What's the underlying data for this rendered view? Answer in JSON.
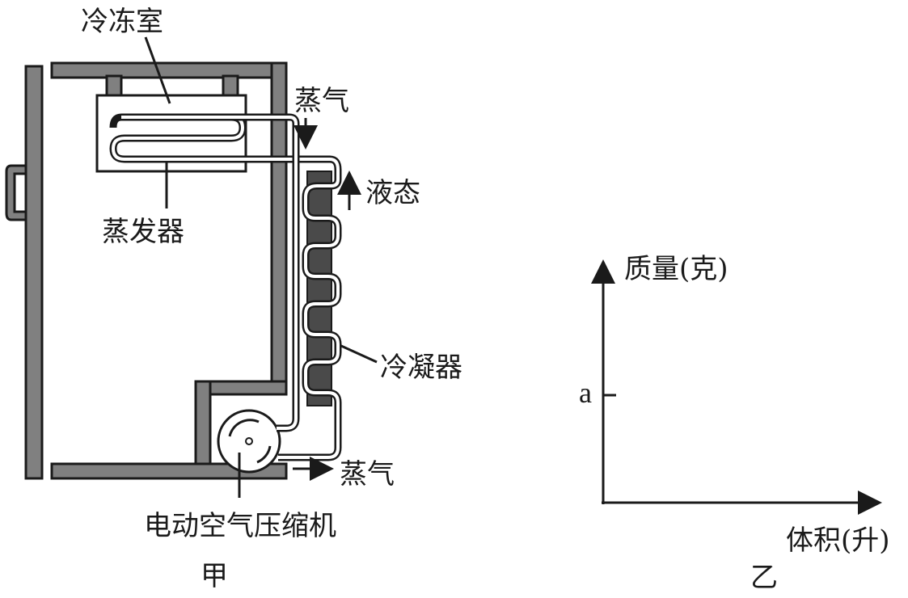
{
  "left_diagram": {
    "caption": "甲",
    "labels": {
      "freezer": "冷冻室",
      "evaporator": "蒸发器",
      "vapor_top": "蒸气",
      "liquid": "液态",
      "condenser": "冷凝器",
      "vapor_bottom": "蒸气",
      "compressor": "电动空气压缩机"
    }
  },
  "right_graph": {
    "caption": "乙",
    "y_axis_label": "质量(克)",
    "x_axis_label": "体积(升)",
    "y_tick": "a"
  },
  "colors": {
    "wall": "#808080",
    "condenser_fill": "#4a4a4a",
    "line": "#1a1a1a"
  }
}
